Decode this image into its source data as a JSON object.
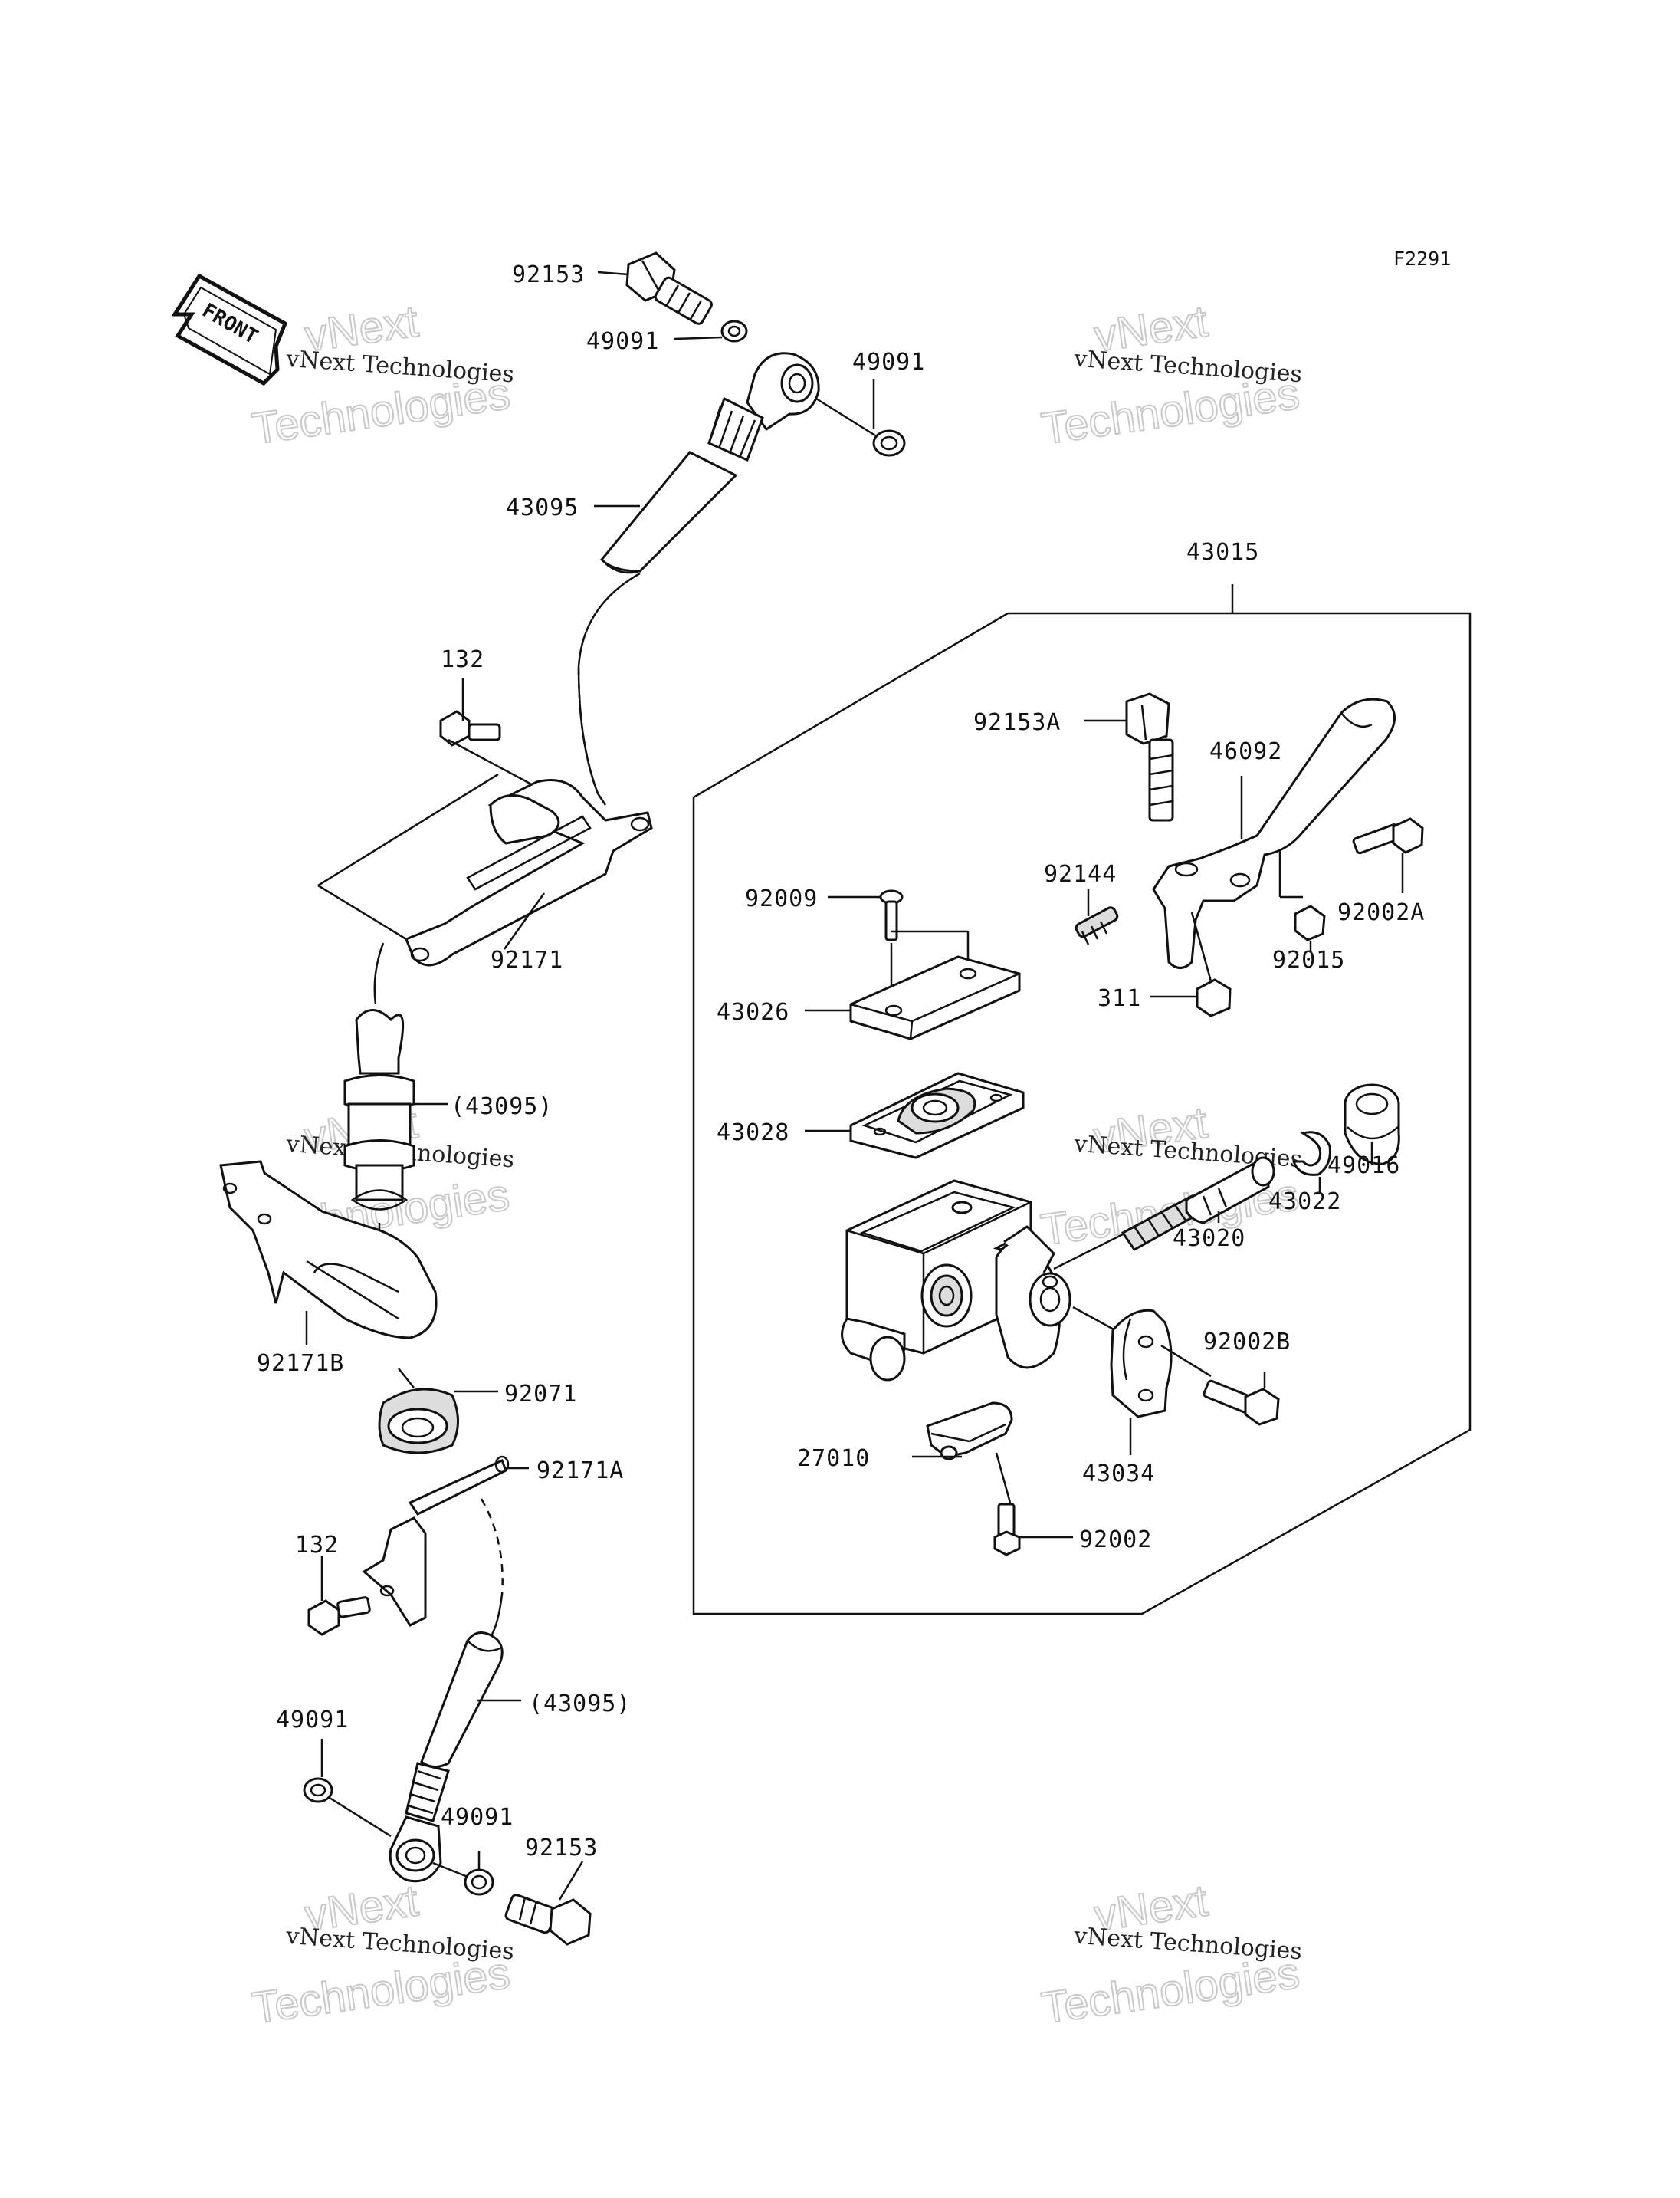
{
  "diagram_code": "F2291",
  "front_arrow_label": "FRONT",
  "watermark": {
    "line1": "vNext Technologies",
    "line2": "Technologies",
    "line3": "vNext"
  },
  "callouts": [
    "92153",
    "49091",
    "49091",
    "43095",
    "132",
    "92171",
    "(43095)",
    "92171B",
    "92071",
    "92171A",
    "132",
    "(43095)",
    "49091",
    "49091",
    "92153",
    "43015",
    "92153A",
    "46092",
    "92144",
    "92002A",
    "92015",
    "311",
    "92009",
    "43026",
    "43028",
    "43020",
    "43022",
    "49016",
    "92002B",
    "27010",
    "43034",
    "92002"
  ]
}
